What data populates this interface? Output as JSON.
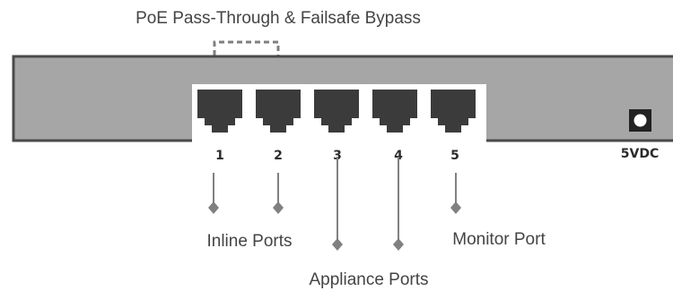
{
  "title": "PoE  Pass-Through & Failsafe Bypass",
  "power_label": "5VDC",
  "port_numbers": [
    "1",
    "2",
    "3",
    "4",
    "5"
  ],
  "callouts": {
    "inline": "Inline Ports",
    "appliance": "Appliance Ports",
    "monitor": "Monitor Port"
  },
  "colors": {
    "panel": "#a6a6a6",
    "panel_border": "#4a4a4a",
    "jack": "#3b3b3b",
    "leader": "#808080",
    "text": "#444444"
  }
}
